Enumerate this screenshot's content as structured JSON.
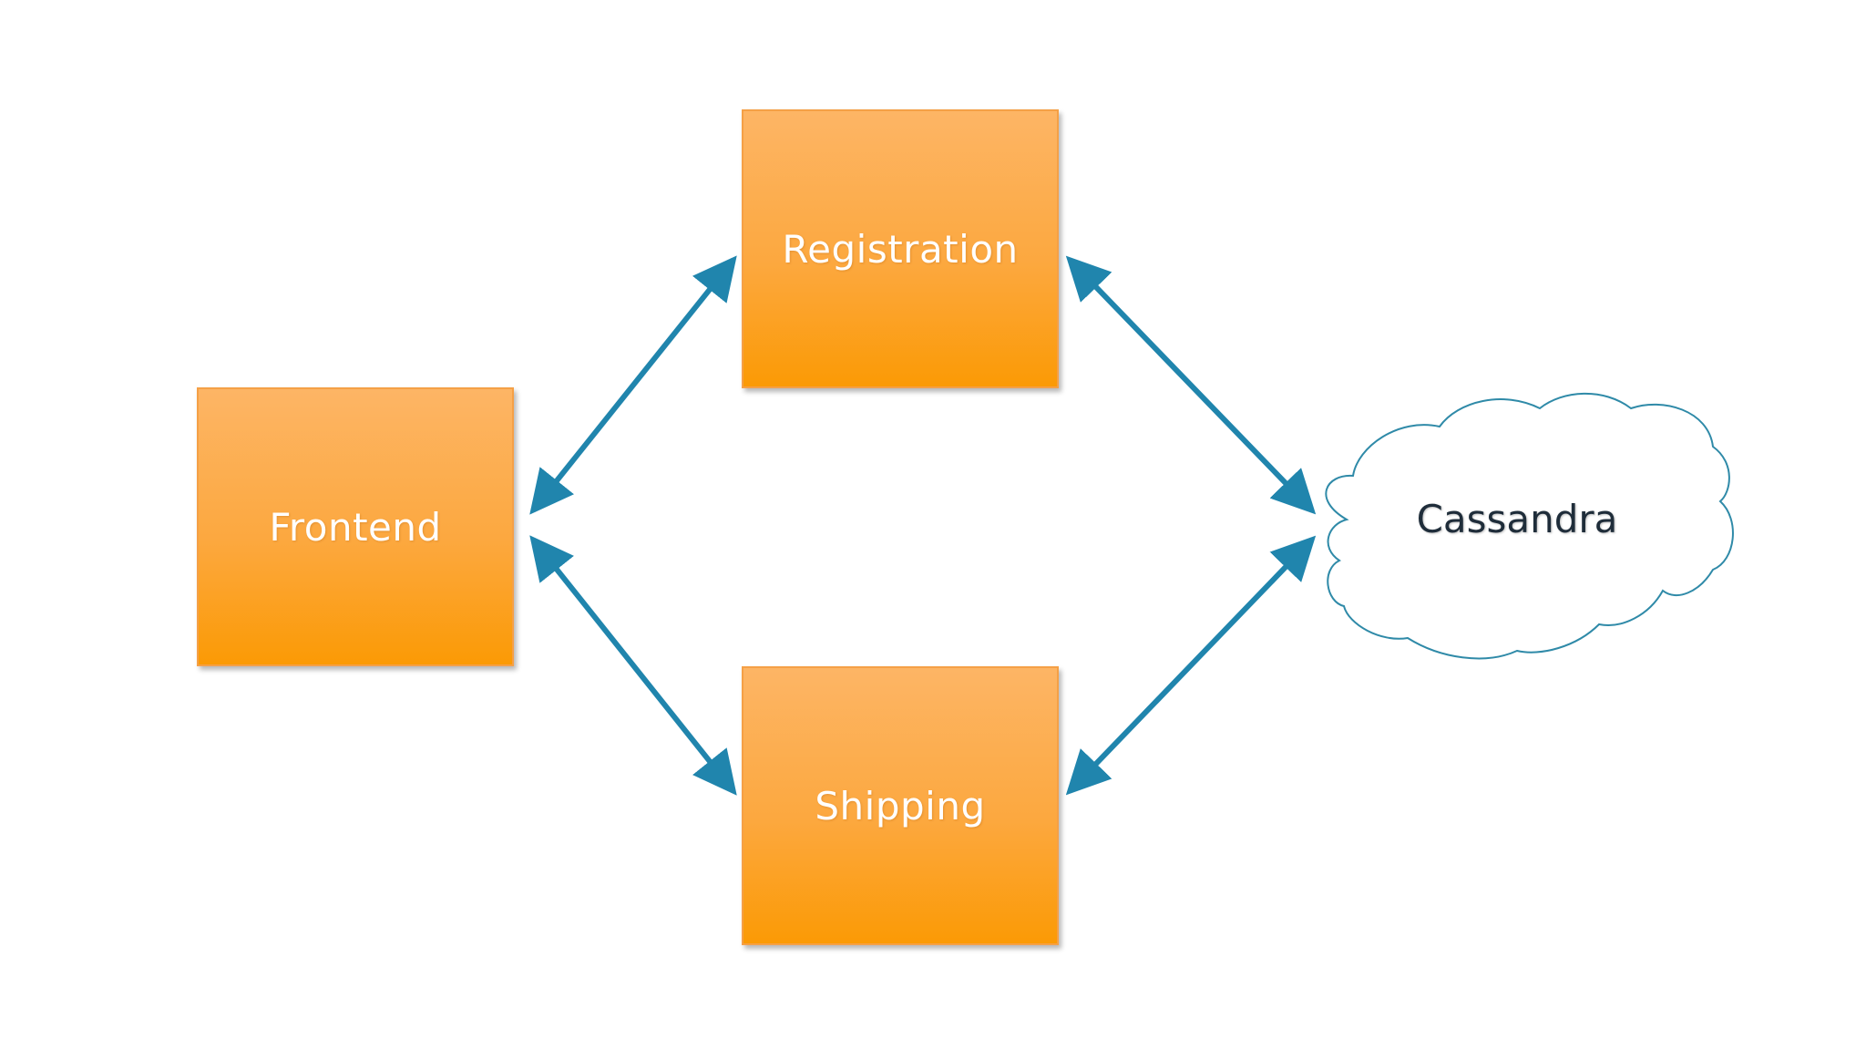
{
  "nodes": {
    "registration": {
      "label": "Registration"
    },
    "frontend": {
      "label": "Frontend"
    },
    "shipping": {
      "label": "Shipping"
    },
    "cassandra": {
      "label": "Cassandra"
    }
  },
  "colors": {
    "box_fill_top": "#fdb565",
    "box_fill_bottom": "#fb9a05",
    "arrow": "#2085ad",
    "cloud_stroke": "#2f8aa8"
  }
}
